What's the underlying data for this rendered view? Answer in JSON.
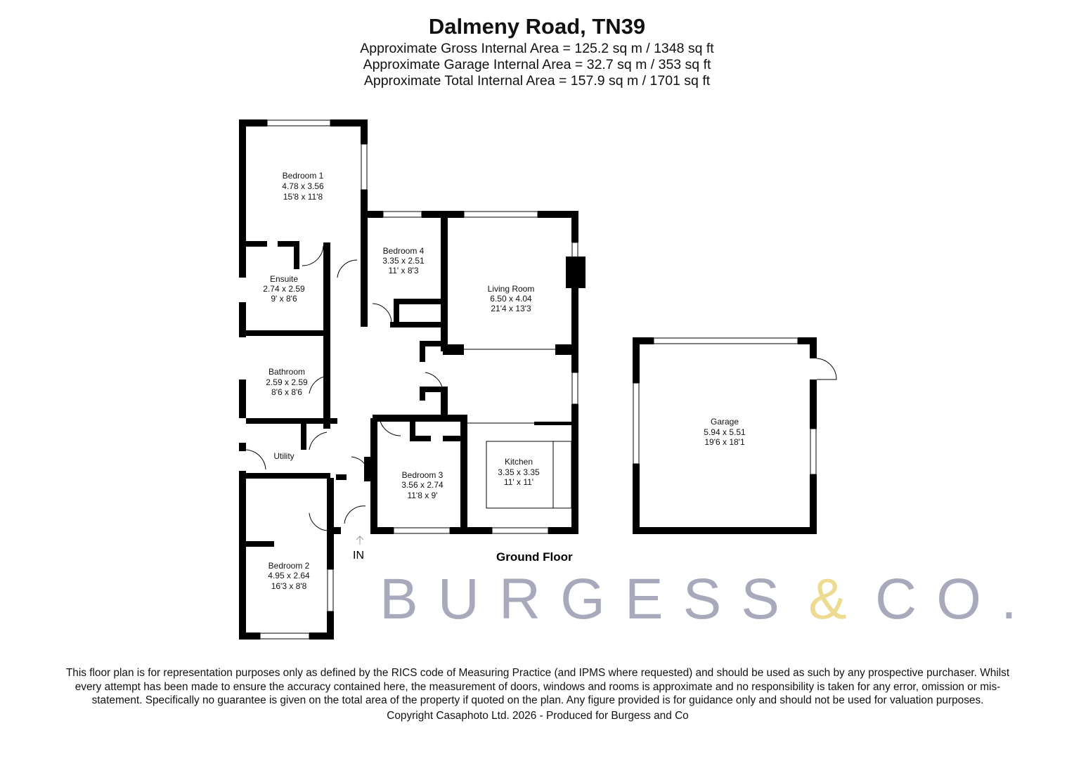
{
  "header": {
    "title": "Dalmeny Road, TN39",
    "gross_area": "Approximate Gross Internal Area = 125.2 sq m / 1348 sq ft",
    "garage_area": "Approximate Garage Internal Area = 32.7 sq m / 353 sq ft",
    "total_area": "Approximate Total Internal Area = 157.9 sq m / 1701 sq ft"
  },
  "rooms": {
    "bedroom1": {
      "name": "Bedroom 1",
      "metric": "4.78 x 3.56",
      "imperial": "15'8 x 11'8"
    },
    "bedroom4": {
      "name": "Bedroom 4",
      "metric": "3.35 x 2.51",
      "imperial": "11' x 8'3"
    },
    "living": {
      "name": "Living Room",
      "metric": "6.50 x 4.04",
      "imperial": "21'4 x 13'3"
    },
    "ensuite": {
      "name": "Ensuite",
      "metric": "2.74 x 2.59",
      "imperial": "9' x 8'6"
    },
    "bathroom": {
      "name": "Bathroom",
      "metric": "2.59 x 2.59",
      "imperial": "8'6 x 8'6"
    },
    "utility": {
      "name": "Utility"
    },
    "bedroom3": {
      "name": "Bedroom 3",
      "metric": "3.56 x 2.74",
      "imperial": "11'8 x 9'"
    },
    "kitchen": {
      "name": "Kitchen",
      "metric": "3.35 x 3.35",
      "imperial": "11' x 11'"
    },
    "bedroom2": {
      "name": "Bedroom 2",
      "metric": "4.95 x 2.64",
      "imperial": "16'3 x 8'8"
    },
    "garage": {
      "name": "Garage",
      "metric": "5.94 x 5.51",
      "imperial": "19'6 x 18'1"
    }
  },
  "plan": {
    "floor_label": "Ground Floor",
    "entrance_label": "IN",
    "watermark": {
      "left": "BURGESS",
      "amp": "&",
      "right": "CO."
    },
    "wall_color": "#000000",
    "watermark_color": "#9a9bb0",
    "amp_color": "#e9d57e"
  },
  "footer": {
    "disclaimer": "This floor plan is for representation purposes only as defined by the RICS code of Measuring Practice (and IPMS where requested) and should be used as such by any prospective purchaser. Whilst every attempt has been made to ensure the accuracy contained here, the measurement of doors, windows and rooms is approximate and no responsibility is taken for any error, omission or mis-statement. Specifically no guarantee is given on the total area of the property if quoted on the plan. Any figure provided is for guidance only and should not be used for valuation purposes.",
    "copyright": "Copyright Casaphoto Ltd. 2026 - Produced for Burgess and Co"
  }
}
